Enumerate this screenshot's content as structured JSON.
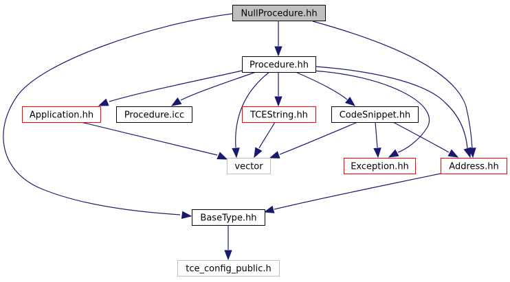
{
  "graph": {
    "edge_color": "#191970",
    "nodes": [
      {
        "id": "null_procedure",
        "label": "NullProcedure.hh",
        "border": "#000000",
        "fill": "#bfbfbf"
      },
      {
        "id": "procedure",
        "label": "Procedure.hh",
        "border": "#000000",
        "fill": "#ffffff"
      },
      {
        "id": "application",
        "label": "Application.hh",
        "border": "#ff0000",
        "fill": "#ffffff"
      },
      {
        "id": "procedure_icc",
        "label": "Procedure.icc",
        "border": "#000000",
        "fill": "#ffffff"
      },
      {
        "id": "tcestring",
        "label": "TCEString.hh",
        "border": "#ff0000",
        "fill": "#ffffff"
      },
      {
        "id": "codesnippet",
        "label": "CodeSnippet.hh",
        "border": "#000000",
        "fill": "#ffffff"
      },
      {
        "id": "vector",
        "label": "vector",
        "border": "#bfbfbf",
        "fill": "#ffffff"
      },
      {
        "id": "exception",
        "label": "Exception.hh",
        "border": "#ff0000",
        "fill": "#ffffff"
      },
      {
        "id": "address",
        "label": "Address.hh",
        "border": "#ff0000",
        "fill": "#ffffff"
      },
      {
        "id": "basetype",
        "label": "BaseType.hh",
        "border": "#000000",
        "fill": "#ffffff"
      },
      {
        "id": "tce_config",
        "label": "tce_config_public.h",
        "border": "#bfbfbf",
        "fill": "#ffffff"
      }
    ],
    "edges": [
      {
        "from": "null_procedure",
        "to": "procedure"
      },
      {
        "from": "null_procedure",
        "to": "basetype"
      },
      {
        "from": "null_procedure",
        "to": "address"
      },
      {
        "from": "procedure",
        "to": "application"
      },
      {
        "from": "procedure",
        "to": "procedure_icc"
      },
      {
        "from": "procedure",
        "to": "vector"
      },
      {
        "from": "procedure",
        "to": "tcestring"
      },
      {
        "from": "procedure",
        "to": "codesnippet"
      },
      {
        "from": "procedure",
        "to": "exception"
      },
      {
        "from": "procedure",
        "to": "address"
      },
      {
        "from": "application",
        "to": "vector"
      },
      {
        "from": "tcestring",
        "to": "vector"
      },
      {
        "from": "codesnippet",
        "to": "vector"
      },
      {
        "from": "codesnippet",
        "to": "exception"
      },
      {
        "from": "codesnippet",
        "to": "address"
      },
      {
        "from": "address",
        "to": "basetype"
      },
      {
        "from": "basetype",
        "to": "tce_config"
      }
    ]
  }
}
